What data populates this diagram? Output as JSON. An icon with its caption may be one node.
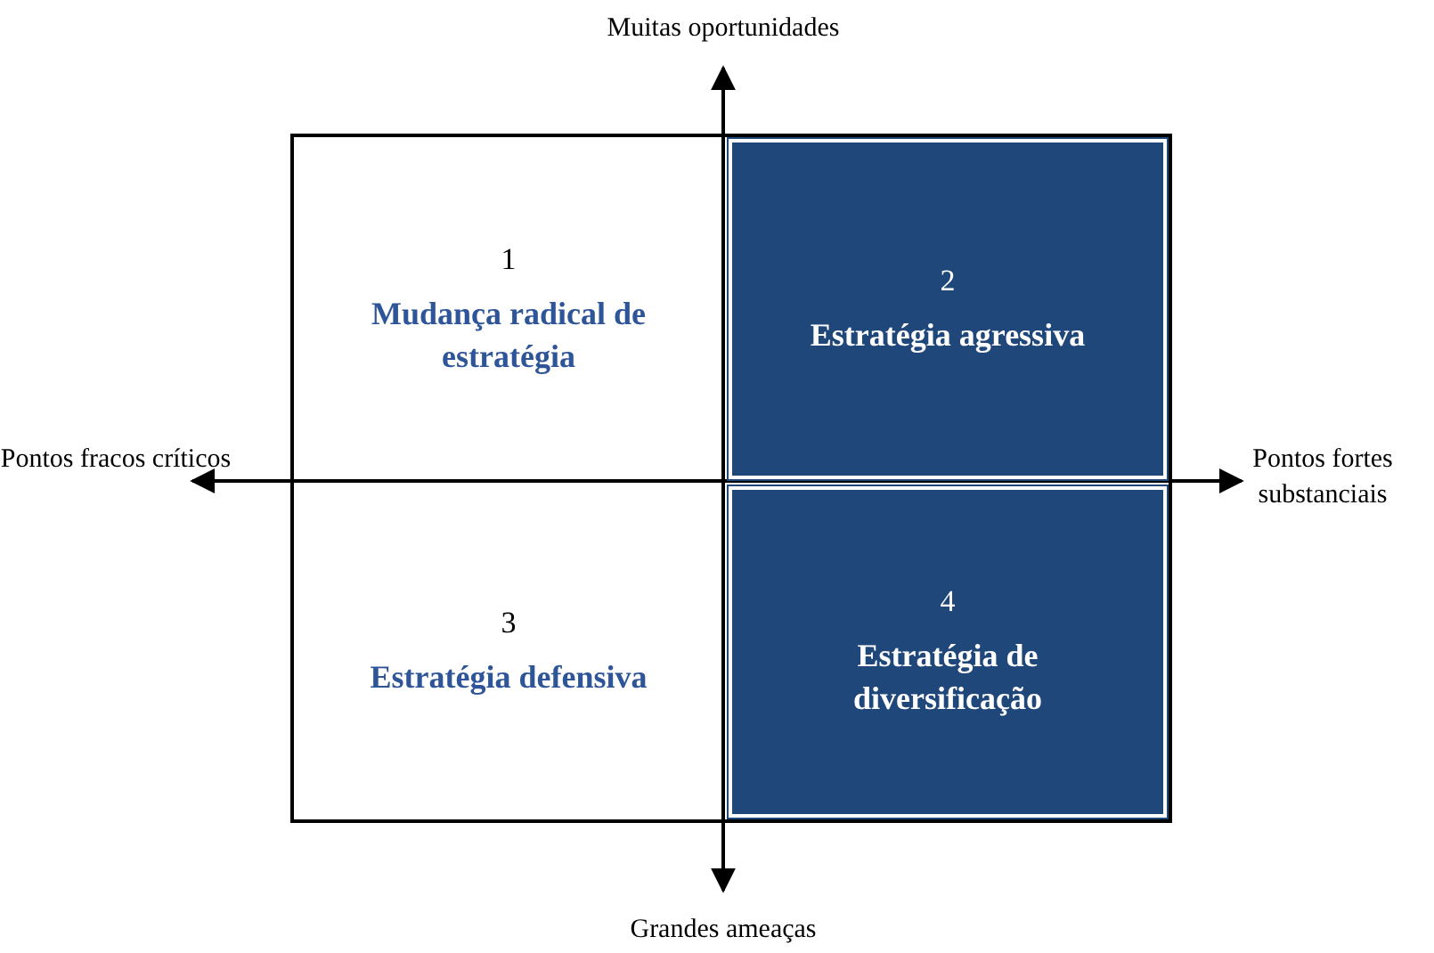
{
  "diagram": {
    "nodes": [
      {
        "text": [
          "1",
          "Mudança radical de estratégia"
        ]
      },
      {
        "text": [
          "2",
          "Estratégia agressiva"
        ]
      },
      {
        "text": [
          "3",
          "Estratégia defensiva"
        ]
      },
      {
        "text": [
          "4",
          "Estratégia de diversificação"
        ]
      }
    ],
    "labels": [
      "Muitas oportunidades",
      "Pontos fracos críticos",
      "Pontos fortes substanciais",
      "Grandes ameaças"
    ]
  }
}
